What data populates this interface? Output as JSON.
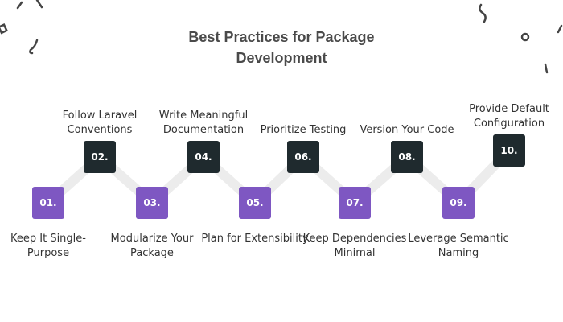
{
  "title": "Best Practices for Package Development",
  "colors": {
    "odd": "#7e57c2",
    "even": "#1f2a2e",
    "connector": "#ececec"
  },
  "steps": [
    {
      "num": "01.",
      "label": "Keep It Single-Purpose"
    },
    {
      "num": "02.",
      "label": "Follow Laravel Conventions"
    },
    {
      "num": "03.",
      "label": "Modularize Your Package"
    },
    {
      "num": "04.",
      "label": "Write Meaningful Documentation"
    },
    {
      "num": "05.",
      "label": "Plan for Extensibility"
    },
    {
      "num": "06.",
      "label": "Prioritize Testing"
    },
    {
      "num": "07.",
      "label": "Keep Dependencies Minimal"
    },
    {
      "num": "08.",
      "label": "Version Your Code"
    },
    {
      "num": "09.",
      "label": "Leverage Semantic Naming"
    },
    {
      "num": "10.",
      "label": "Provide Default Configuration"
    }
  ]
}
